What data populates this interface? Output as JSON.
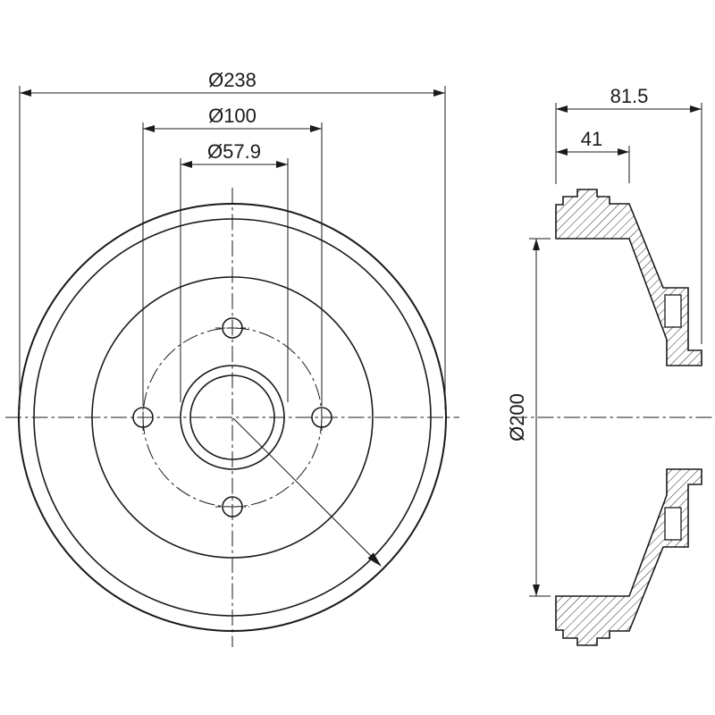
{
  "page": {
    "background": "#ffffff",
    "line_color": "#1a1a1a",
    "description": "Brake drum technical drawing, front view and hatched cross-section view"
  },
  "front_view": {
    "labels": {
      "outer_diameter": "Ø238",
      "bolt_circle": "Ø100",
      "bore": "Ø57.9"
    }
  },
  "section_view": {
    "labels": {
      "overall_width": "81.5",
      "rim_width": "41",
      "inner_diameter": "Ø200"
    }
  }
}
